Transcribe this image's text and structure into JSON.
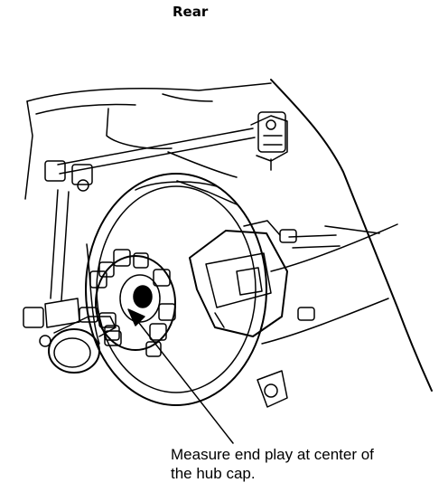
{
  "heading": "Rear",
  "callout": {
    "line1": "Measure end play at center of",
    "line2": "the hub cap."
  }
}
